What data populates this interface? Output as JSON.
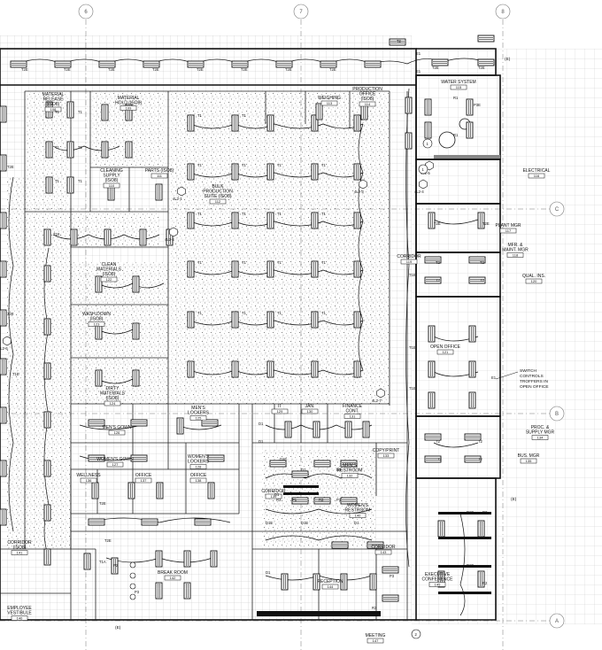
{
  "grid_bubbles": [
    {
      "label": "6"
    },
    {
      "label": "7"
    },
    {
      "label": "8"
    },
    {
      "label": "C"
    },
    {
      "label": "B"
    },
    {
      "label": "A"
    }
  ],
  "rooms": [
    {
      "name": "MATERIAL RELEASE (ISO8)",
      "num": "108"
    },
    {
      "name": "MATERIAL HOLD (ISO8)",
      "num": "109"
    },
    {
      "name": "CLEANING SUPPLY (ISO8)",
      "num": "110"
    },
    {
      "name": "PARTS (ISO8)",
      "num": "111"
    },
    {
      "name": "BULK PRODUCTION SUITE (ISO8)",
      "num": "112"
    },
    {
      "name": "WEIGHING",
      "num": "113"
    },
    {
      "name": "PRODUCTION OFFICE (ISO8)",
      "num": "114"
    },
    {
      "name": "WATER SYSTEM",
      "num": "115"
    },
    {
      "name": "ELECTRICAL",
      "num": "116"
    },
    {
      "name": "PLANT MGR",
      "num": "117"
    },
    {
      "name": "MFR. & MAINT. MGR",
      "num": "118"
    },
    {
      "name": "CORRIDOR",
      "num": "119"
    },
    {
      "name": "QUAL. INS.",
      "num": "120"
    },
    {
      "name": "OPEN OFFICE",
      "num": "121"
    },
    {
      "name": "CLEAN MATERIALS (ISO8)",
      "num": "122"
    },
    {
      "name": "WASH DOWN (ISO8)",
      "num": "123"
    },
    {
      "name": "DIRTY MATERIALS (ISO8)",
      "num": "124"
    },
    {
      "name": "MEN'S LOCKERS",
      "num": "125"
    },
    {
      "name": "MEN'S GOWN",
      "num": "126"
    },
    {
      "name": "WOMEN'S GOWN",
      "num": "127"
    },
    {
      "name": "WOMEN'S LOCKERS",
      "num": "128"
    },
    {
      "name": "IT",
      "num": "129"
    },
    {
      "name": "JAN.",
      "num": "130"
    },
    {
      "name": "FINANCE CONT.",
      "num": "131"
    },
    {
      "name": "MEN'S RESTROOM",
      "num": "132"
    },
    {
      "name": "COPY/PRINT",
      "num": "133"
    },
    {
      "name": "PROC. & SUPPLY MGR",
      "num": "134"
    },
    {
      "name": "BUS. MGR",
      "num": "135"
    },
    {
      "name": "WELLNESS",
      "num": "136"
    },
    {
      "name": "OFFICE",
      "num": "137"
    },
    {
      "name": "OFFICE",
      "num": "138"
    },
    {
      "name": "CORRIDOR",
      "num": "139"
    },
    {
      "name": "WOMEN'S RESTROOM",
      "num": "140"
    },
    {
      "name": "CORRIDOR (ISO8)",
      "num": "141"
    },
    {
      "name": "BREAK ROOM",
      "num": "142"
    },
    {
      "name": "CORRIDOR",
      "num": "143"
    },
    {
      "name": "RECEPTION",
      "num": "144"
    },
    {
      "name": "EXECUTIVE CONFERENCE",
      "num": "145"
    },
    {
      "name": "EMPLOYEE VESTIBULE",
      "num": "146"
    },
    {
      "name": "MEETING",
      "num": "147"
    }
  ],
  "fixture_types": [
    "T1",
    "T2",
    "T2E",
    "T1E",
    "E1",
    "D1",
    "D1E",
    "P1",
    "P2",
    "P3",
    "R1",
    "R1E",
    "R2",
    "R3",
    "P3E",
    "T1A"
  ],
  "panel_tags": [
    "4L2-1",
    "4L2-2",
    "4L2-3",
    "4L2-4",
    "4L2-5",
    "4L2-6",
    "4L2-7"
  ],
  "notes": {
    "switch_note": "SWITCH CONTROLS TROFFERS IN OPEN OFFICE",
    "exterior_tag": "(E)"
  },
  "keynotes": [
    {
      "label": "1"
    },
    {
      "label": "2"
    }
  ]
}
